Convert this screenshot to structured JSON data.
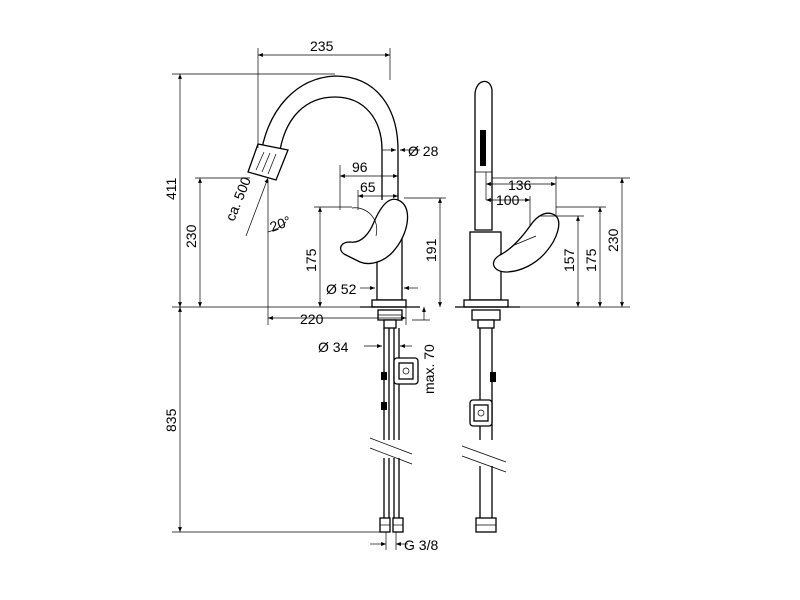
{
  "dimensions": {
    "width_top": "235",
    "height_total": "411",
    "height_230_left": "230",
    "pullout": "ca. 500",
    "spout_angle": "20°",
    "spout_diameter": "Ø 28",
    "lever_96": "96",
    "lever_65": "65",
    "height_175_left": "175",
    "height_191": "191",
    "base_diameter": "Ø 52",
    "reach": "220",
    "shank_diameter": "Ø 34",
    "max_thickness": "max. 70",
    "hose_length": "835",
    "thread": "G 3/8",
    "side_136": "136",
    "side_100": "100",
    "side_157": "157",
    "side_175": "175",
    "side_230": "230"
  }
}
